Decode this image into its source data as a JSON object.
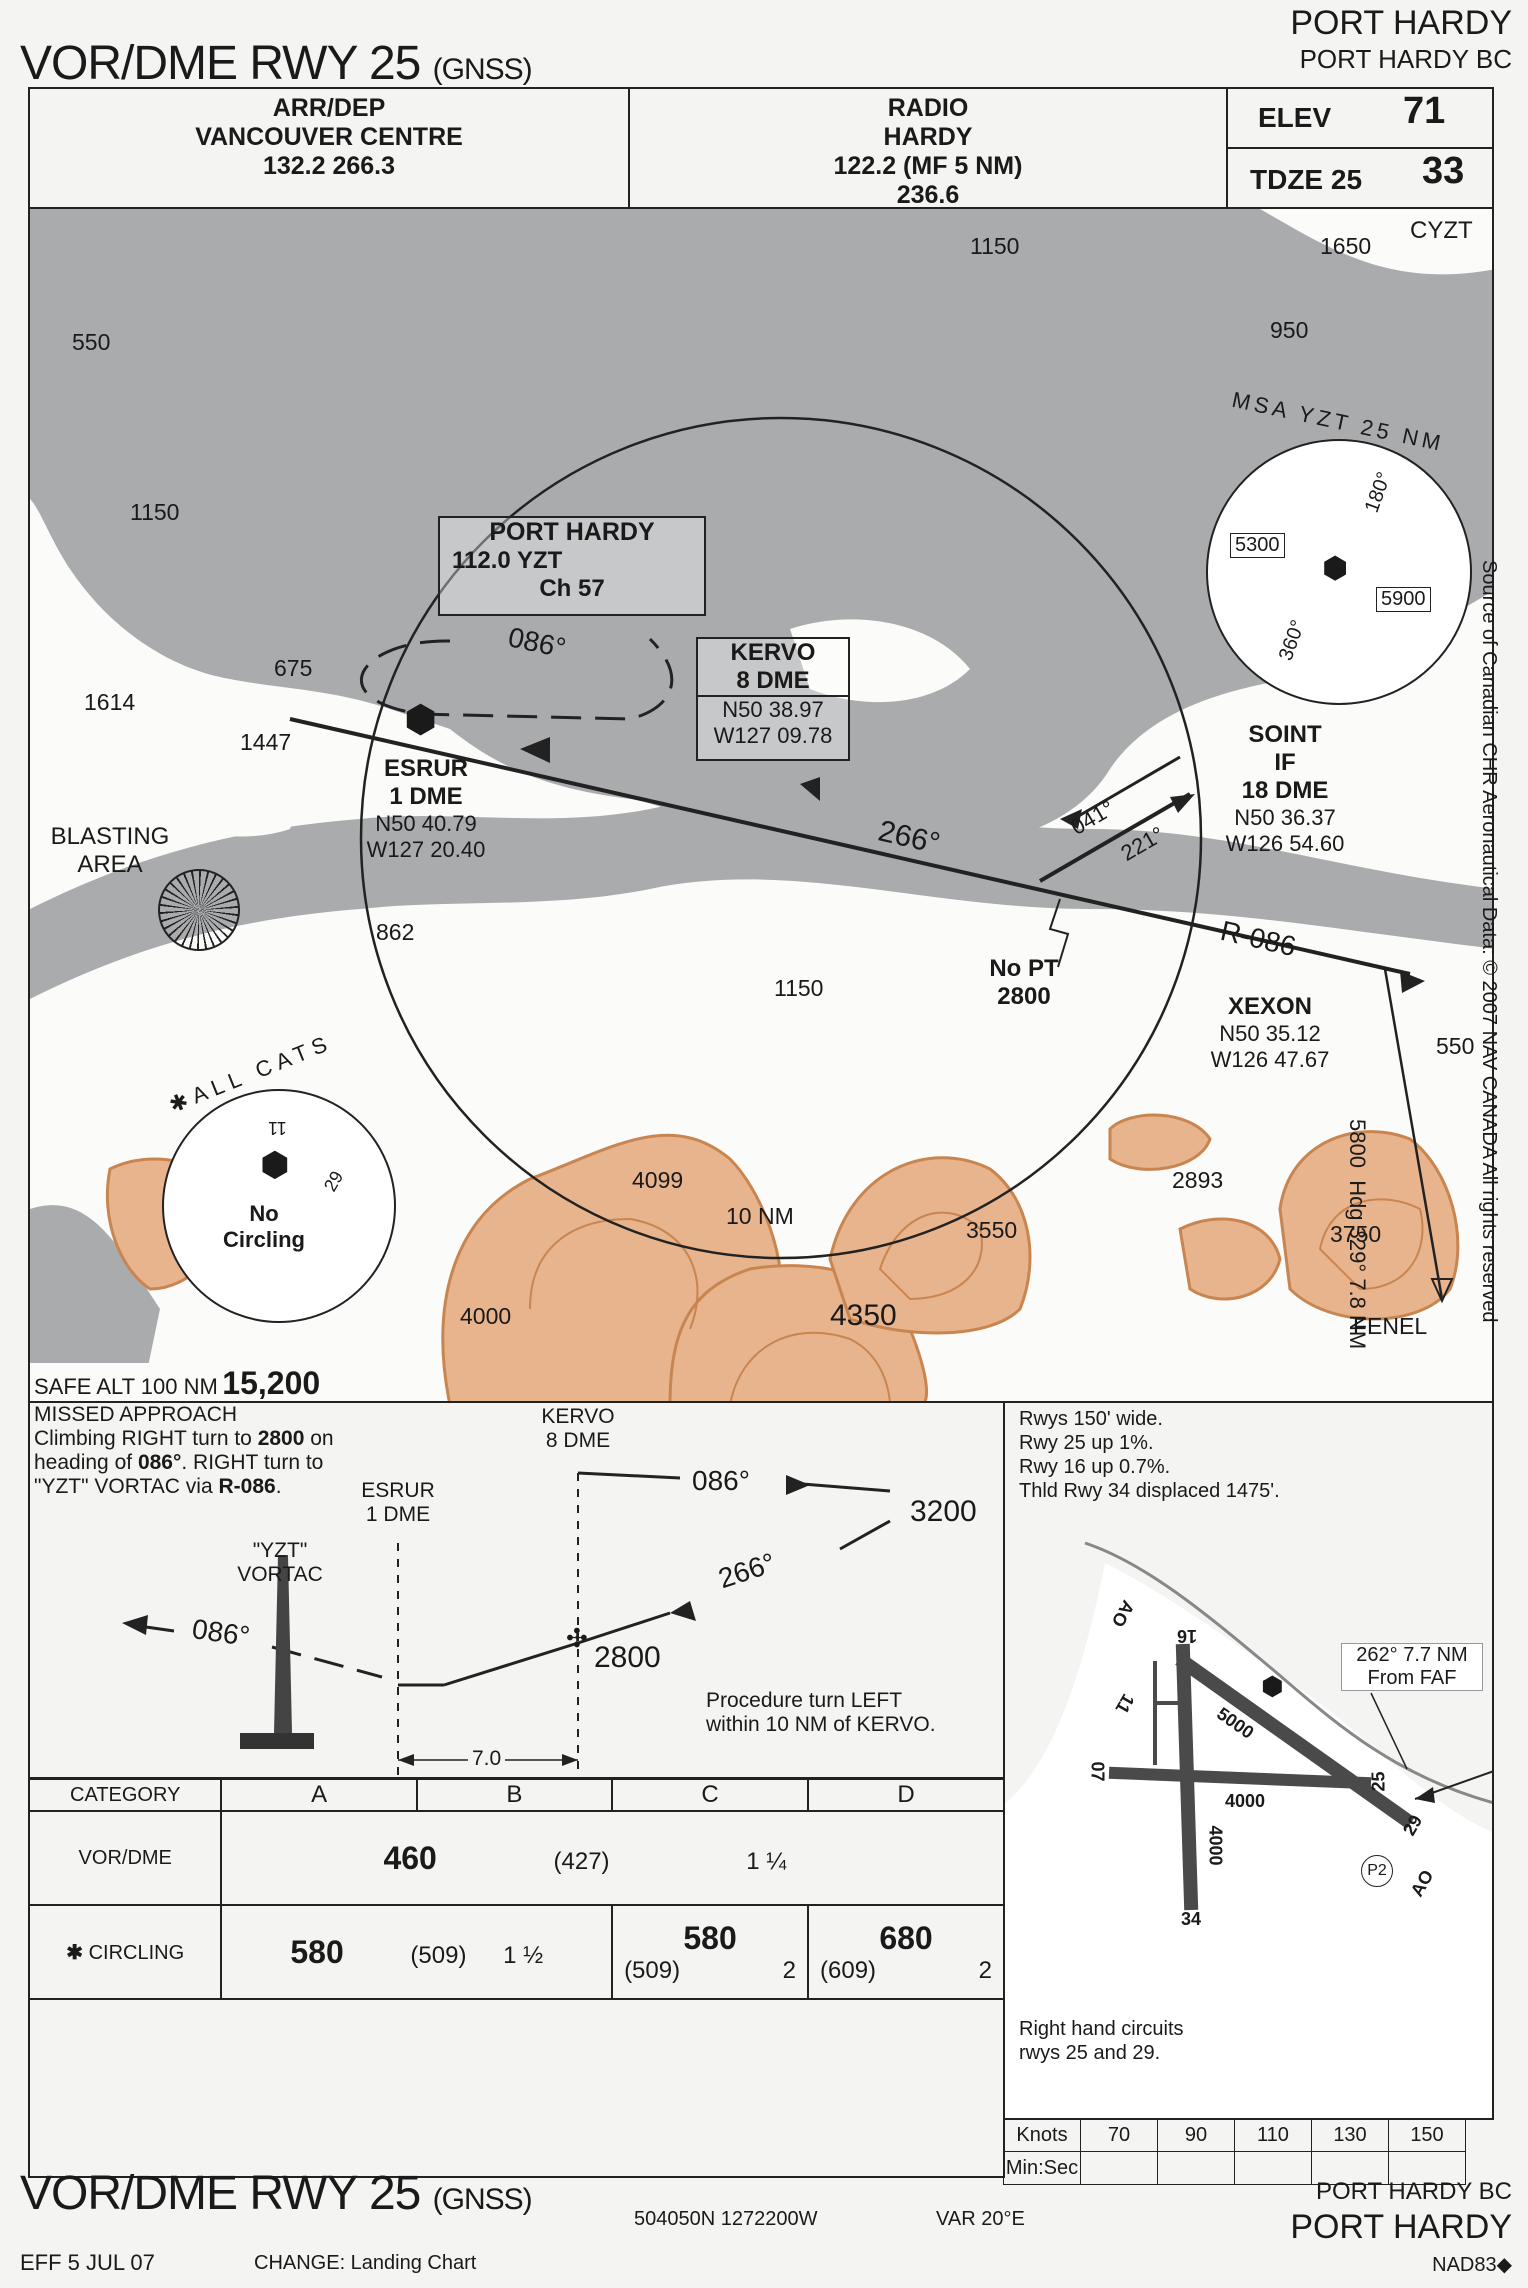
{
  "header": {
    "title_main": "VOR/DME RWY 25",
    "title_suffix": "(GNSS)",
    "airport": "PORT HARDY",
    "location": "PORT HARDY BC"
  },
  "comms": {
    "arr_dep_label": "ARR/DEP",
    "arr_dep_unit": "VANCOUVER CENTRE",
    "arr_dep_freq": "132.2 266.3",
    "radio_label": "RADIO",
    "radio_name": "HARDY",
    "radio_freq1": "122.2 (MF 5 NM)",
    "radio_freq2": "236.6",
    "elev_label": "ELEV",
    "elev_value": "71",
    "tdze_label": "TDZE 25",
    "tdze_value": "33"
  },
  "plan": {
    "vor_name": "PORT HARDY",
    "vor_freq": "112.0 YZT",
    "vor_channel": "Ch 57",
    "turn_hdg": "086°",
    "kervo_name": "KERVO",
    "kervo_dme": "8 DME",
    "kervo_lat": "N50 38.97",
    "kervo_lon": "W127 09.78",
    "esrur_name": "ESRUR",
    "esrur_dme": "1 DME",
    "esrur_lat": "N50 40.79",
    "esrur_lon": "W127 20.40",
    "soint_name": "SOINT",
    "soint_if": "IF",
    "soint_dme": "18 DME",
    "soint_lat": "N50 36.37",
    "soint_lon": "W126 54.60",
    "xexon_name": "XEXON",
    "xexon_lat": "N50 35.12",
    "xexon_lon": "W126 47.67",
    "course_inbound": "266°",
    "pt_out": "041°",
    "pt_in": "221°",
    "radial": "R-086",
    "no_pt": "No PT",
    "no_pt_alt": "2800",
    "fenel": "FENEL",
    "fenel_hdg": "Hdg",
    "fenel_course": "329°",
    "fenel_dist": "7.8 NM",
    "fenel_alt": "5800",
    "ring_label": "10 NM",
    "blasting": "BLASTING",
    "blasting2": "AREA",
    "cyzt": "CYZT",
    "elevations": [
      "1150",
      "1650",
      "550",
      "950",
      "1150",
      "675",
      "1614",
      "1447",
      "862",
      "1150",
      "550",
      "4099",
      "3550",
      "2893",
      "3750",
      "4000",
      "4350"
    ],
    "msa_label": "MSA YZT 25 NM",
    "msa_sector1": "5300",
    "msa_sector2": "5900",
    "msa_brg1": "180°",
    "msa_brg2": "360°",
    "allcats": "ALL CATS",
    "no_circling": "No",
    "no_circling2": "Circling",
    "rwy_11": "11",
    "rwy_29": "29",
    "safe_alt_label": "SAFE ALT 100 NM",
    "safe_alt_value": "15,200",
    "copyright": "Source of Canadian CHR Aeronautical Data: © 2007 NAV CANADA All rights reserved"
  },
  "missed_approach": {
    "label": "MISSED APPROACH",
    "line1_a": "Climbing RIGHT turn to ",
    "line1_b": "2800",
    "line1_c": " on",
    "line2_a": "heading of ",
    "line2_b": "086°",
    "line2_c": ".  RIGHT turn to",
    "line3_a": "\"YZT\" VORTAC via ",
    "line3_b": "R-086",
    "line3_c": "."
  },
  "profile": {
    "kervo": "KERVO",
    "kervo_dme": "8 DME",
    "esrur": "ESRUR",
    "esrur_dme": "1 DME",
    "vortac": "\"YZT\"",
    "vortac2": "VORTAC",
    "hdg_out": "086°",
    "hdg_ma": "086°",
    "alt_pt": "3200",
    "hdg_in": "266°",
    "alt_fix": "2800",
    "dist": "7.0",
    "note1": "Procedure turn LEFT",
    "note2": "within 10 NM of KERVO."
  },
  "airport_notes": [
    "Rwys 150' wide.",
    "Rwy 25 up 1%.",
    "Rwy 16 up 0.7%.",
    "Thld Rwy 34 displaced 1475'."
  ],
  "airport_diagram": {
    "faf_note1": "262° 7.7 NM",
    "faf_note2": "From FAF",
    "rwy16": "16",
    "rwy34": "34",
    "rwy07": "07",
    "rwy25": "25",
    "rwy29": "29",
    "rwy11": "11",
    "len5000": "5000",
    "len4000a": "4000",
    "len4000b": "4000",
    "ao": "AO",
    "p2": "P2",
    "circuits1": "Right hand circuits",
    "circuits2": "rwys 25 and 29."
  },
  "minima": {
    "category_label": "CATEGORY",
    "cats": [
      "A",
      "B",
      "C",
      "D"
    ],
    "vor_label": "VOR/DME",
    "vor_mda": "460",
    "vor_hat": "(427)",
    "vor_vis": "1 ¼",
    "circ_star": "✱",
    "circ_label": "CIRCLING",
    "circ_ab_mda": "580",
    "circ_ab_hat": "(509)",
    "circ_ab_vis": "1 ½",
    "circ_c_mda": "580",
    "circ_c_hat": "(509)",
    "circ_c_vis": "2",
    "circ_d_mda": "680",
    "circ_d_hat": "(609)",
    "circ_d_vis": "2"
  },
  "timing": {
    "knots_label": "Knots",
    "minsec_label": "Min:Sec",
    "speeds": [
      "70",
      "90",
      "110",
      "130",
      "150"
    ]
  },
  "footer": {
    "title_main": "VOR/DME RWY 25",
    "title_suffix": "(GNSS)",
    "coords": "504050N 1272200W",
    "var": "VAR 20°E",
    "location": "PORT HARDY BC",
    "airport": "PORT HARDY",
    "eff": "EFF 5 JUL 07",
    "change": "CHANGE: Landing Chart",
    "datum": "NAD83"
  },
  "colors": {
    "water": "#a9abad",
    "terrain": "#e8b48e",
    "terrain_edge": "#c98550",
    "land": "#fbfbf9",
    "ink": "#1a1a1a"
  }
}
